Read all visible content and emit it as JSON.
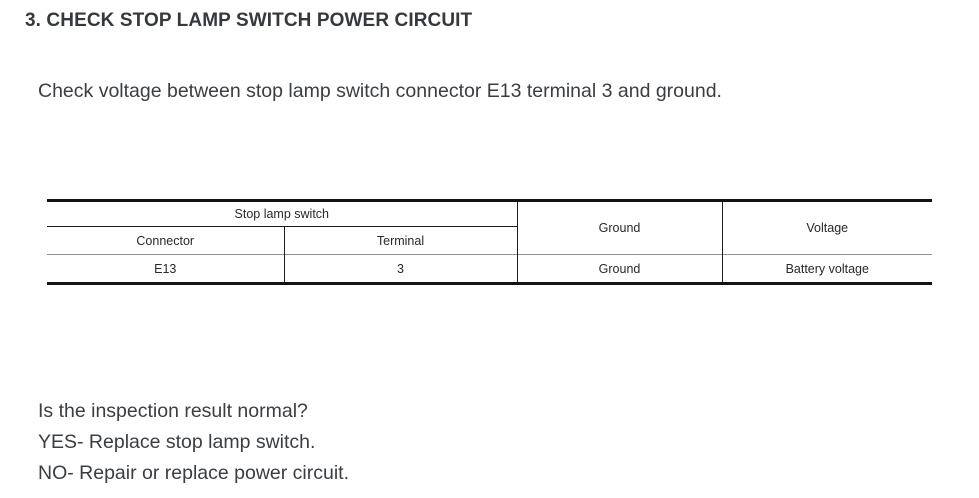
{
  "heading": "3. CHECK STOP LAMP SWITCH POWER CIRCUIT",
  "intro": "Check voltage between stop lamp switch connector E13 terminal 3 and ground.",
  "table": {
    "group_header": "Stop lamp switch",
    "columns": [
      "Connector",
      "Terminal",
      "Ground",
      "Voltage"
    ],
    "row": {
      "connector": "E13",
      "terminal": "3",
      "ground": "Ground",
      "voltage": "Battery voltage"
    }
  },
  "result": {
    "question": "Is the inspection result normal?",
    "yes": "YES- Replace stop lamp switch.",
    "no": "NO- Repair or replace power circuit."
  },
  "colors": {
    "text": "#3a3d41",
    "heading": "#35383c",
    "rule_heavy": "#111315",
    "rule_light": "#8e9195",
    "background": "#ffffff"
  }
}
